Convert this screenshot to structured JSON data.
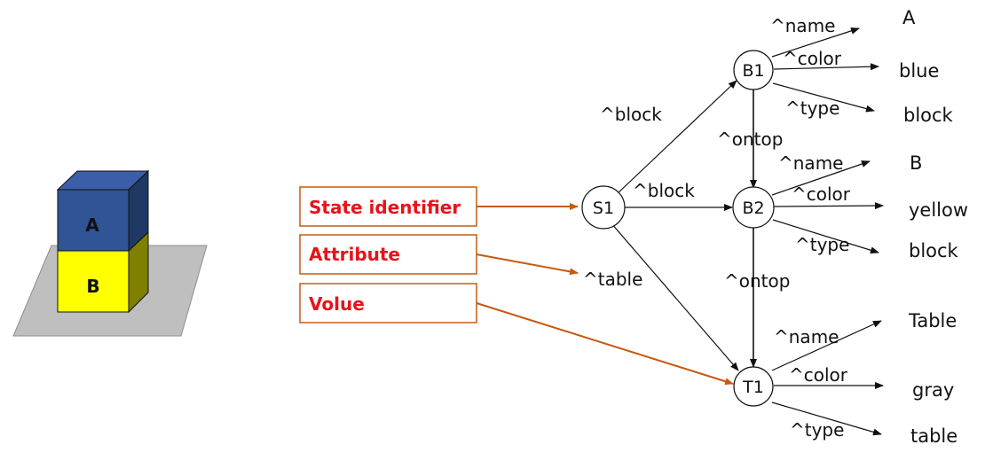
{
  "blocks_illustration": {
    "top_block": {
      "label": "A",
      "color": "#2f5597"
    },
    "bottom_block": {
      "label": "B",
      "color": "#ffff00"
    },
    "table_color": "#bfbfbf"
  },
  "legend": {
    "state_identifier": "State identifier",
    "attribute": "Attribute",
    "value": "Volue",
    "text_color": "#e8121a",
    "border_color": "#c55a11"
  },
  "nodes": {
    "s1": "S1",
    "b1": "B1",
    "b2": "B2",
    "t1": "T1"
  },
  "edges": {
    "s1_b1": "^block",
    "s1_b2": "^block",
    "s1_t1": "^table",
    "b1_b2": "^ontop",
    "b2_t1": "^ontop",
    "b1_name": "^name",
    "b1_color": "^color",
    "b1_type": "^type",
    "b2_name": "^name",
    "b2_color": "^color",
    "b2_type": "^type",
    "t1_name": "^name",
    "t1_color": "^color",
    "t1_type": "^type"
  },
  "values": {
    "b1_name": "A",
    "b1_color": "blue",
    "b1_type": "block",
    "b2_name": "B",
    "b2_color": "yellow",
    "b2_type": "block",
    "t1_name": "Table",
    "t1_color": "gray",
    "t1_type": "table"
  }
}
